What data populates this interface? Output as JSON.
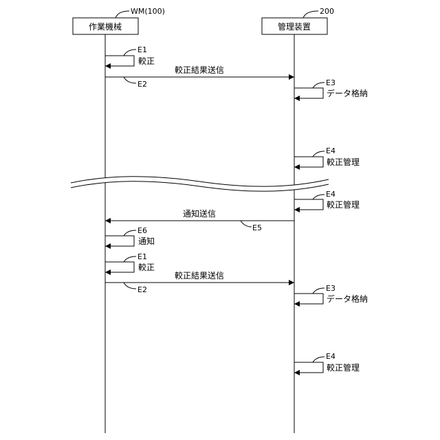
{
  "participants": {
    "machine": {
      "label": "作業機械",
      "ref": "WM(100)"
    },
    "server": {
      "label": "管理装置",
      "ref": "200"
    }
  },
  "steps": [
    {
      "id": "E1",
      "label": "較正"
    },
    {
      "id": "E2",
      "label": "較正結果送信"
    },
    {
      "id": "E3",
      "label": "データ格納"
    },
    {
      "id": "E4",
      "label": "較正管理"
    },
    {
      "id": "E4",
      "label": "較正管理"
    },
    {
      "id": "E5",
      "label": "通知送信"
    },
    {
      "id": "E6",
      "label": "通知"
    },
    {
      "id": "E1",
      "label": "較正"
    },
    {
      "id": "E2",
      "label": "較正結果送信"
    },
    {
      "id": "E3",
      "label": "データ格納"
    },
    {
      "id": "E4",
      "label": "較正管理"
    }
  ]
}
